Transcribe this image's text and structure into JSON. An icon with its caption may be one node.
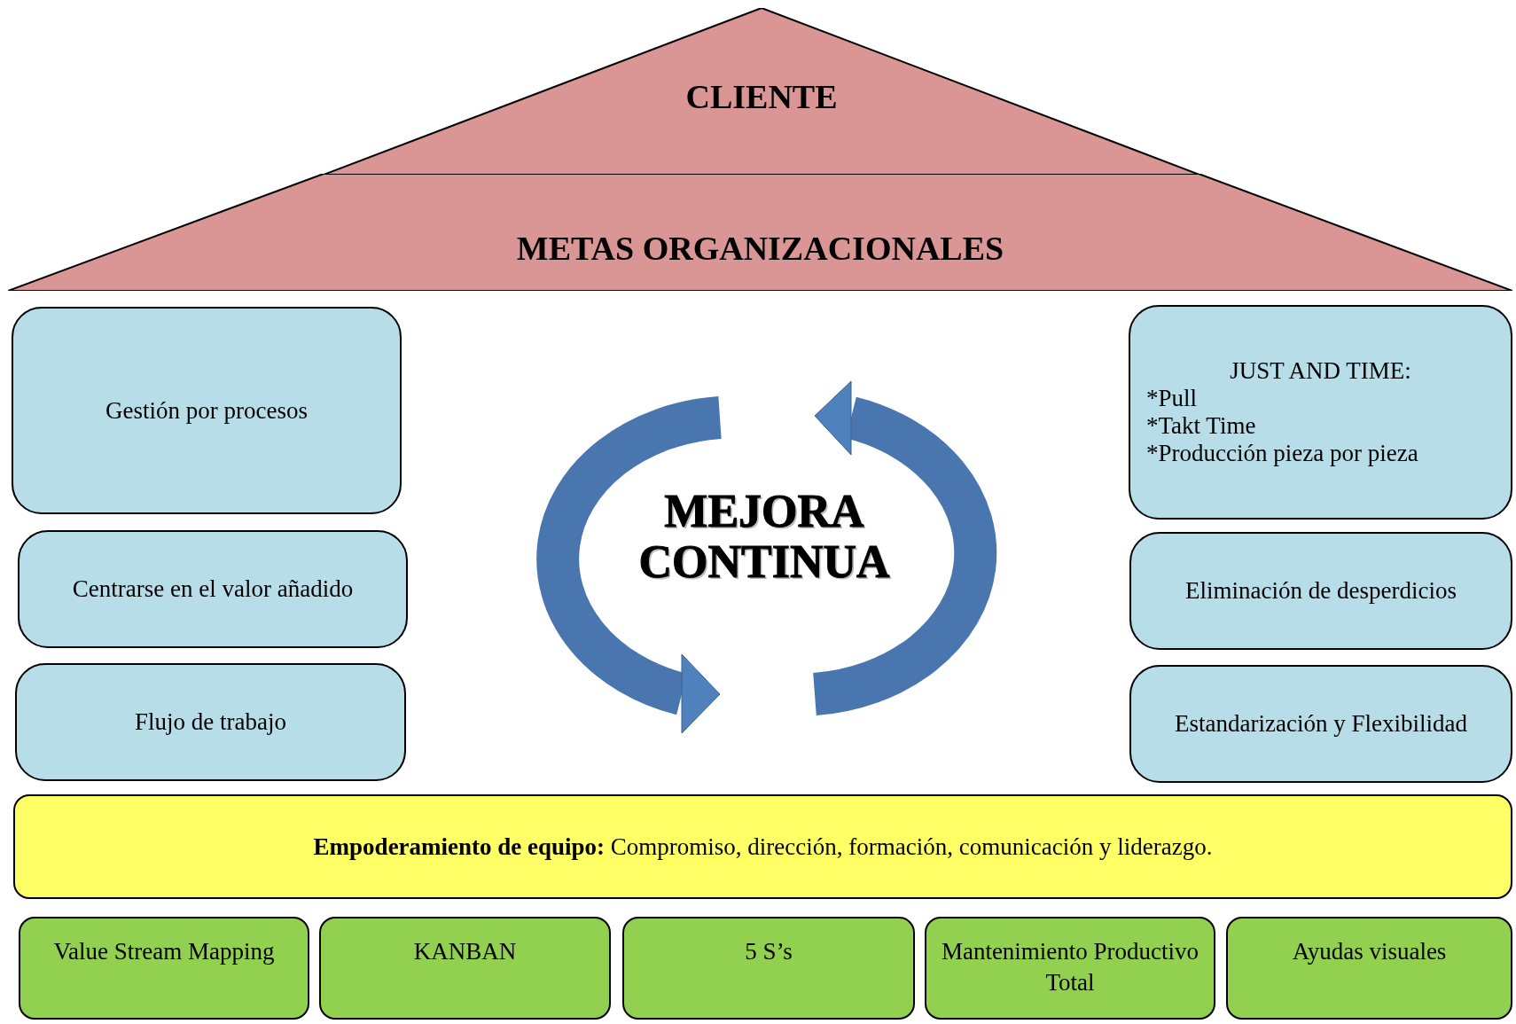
{
  "diagram": {
    "nodes": [
      {
        "text": [
          "CLIENTE"
        ]
      },
      {
        "text": [
          "METAS ORGANIZACIONALES"
        ]
      },
      {
        "text": [
          "Gestión por procesos"
        ]
      },
      {
        "text": [
          "Centrarse en el valor añadido"
        ]
      },
      {
        "text": [
          "Flujo de trabajo"
        ]
      },
      {
        "text": [
          "JUST AND TIME:",
          "*Pull",
          "*Takt Time",
          "*Producción pieza por pieza"
        ]
      },
      {
        "text": [
          "Eliminación de desperdicios"
        ]
      },
      {
        "text": [
          "Estandarización y Flexibilidad"
        ]
      },
      {
        "text": [
          "**Empoderamiento de equipo:** Compromiso, dirección, formación, comunicación y liderazgo."
        ]
      },
      {
        "text": [
          "Value Stream Mapping"
        ]
      },
      {
        "text": [
          "KANBAN"
        ]
      },
      {
        "text": [
          "5 S’s"
        ]
      },
      {
        "text": [
          "Mantenimiento Productivo Total"
        ]
      },
      {
        "text": [
          "Ayudas visuales"
        ]
      }
    ],
    "edges": [],
    "labels": [
      "MEJORA CONTINUA"
    ]
  }
}
